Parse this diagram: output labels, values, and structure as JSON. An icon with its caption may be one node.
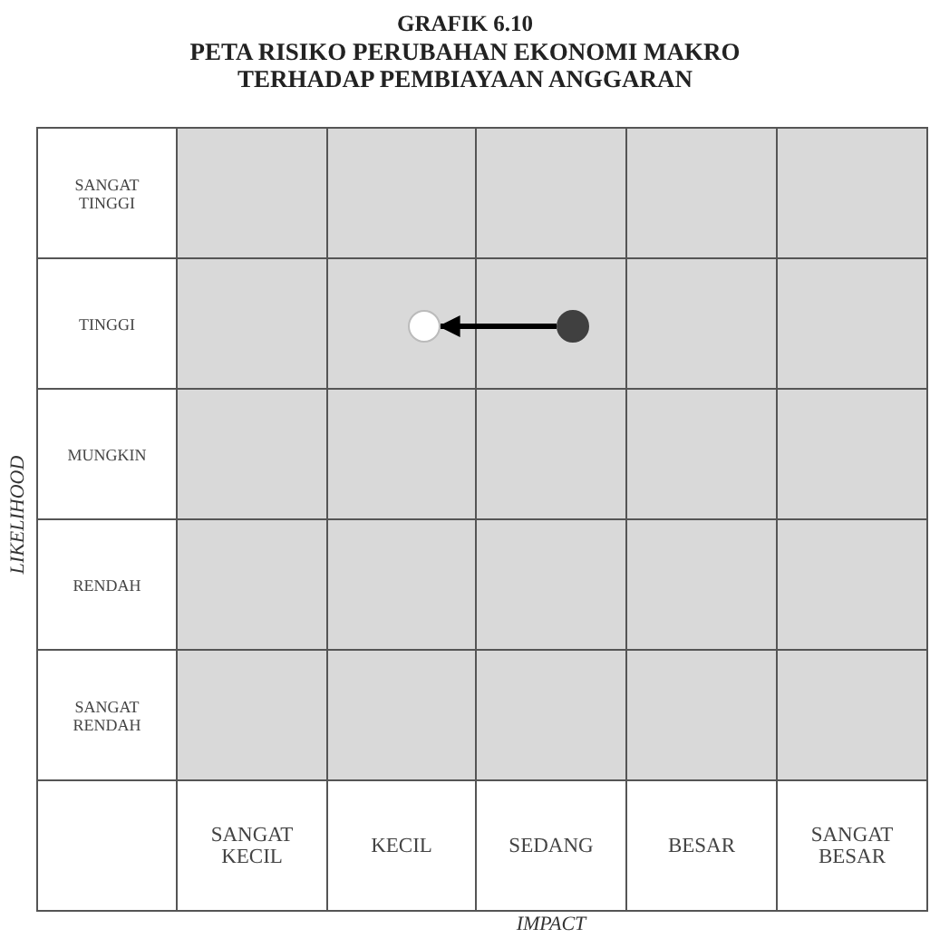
{
  "diagram": {
    "title": "PETA RISIKO PERUBAHAN EKONOMI MAKRO TERHADAP PEMBIAYAAN ANGGARAN",
    "nodes": [
      {
        "text": [],
        "shape": "circle"
      },
      {
        "text": [],
        "shape": "circle"
      }
    ],
    "edges": [
      {
        "from": 1,
        "to": 0,
        "arrow": "to"
      }
    ],
    "labels": [
      "GRAFIK 6.10",
      "SANGAT TINGGI",
      "TINGGI",
      "MUNGKIN",
      "RENDAH",
      "SANGAT RENDAH",
      "LIKELIHOOD",
      "SANGAT KECIL",
      "KECIL",
      "SEDANG",
      "BESAR",
      "SANGAT BESAR",
      "IMPACT"
    ]
  }
}
